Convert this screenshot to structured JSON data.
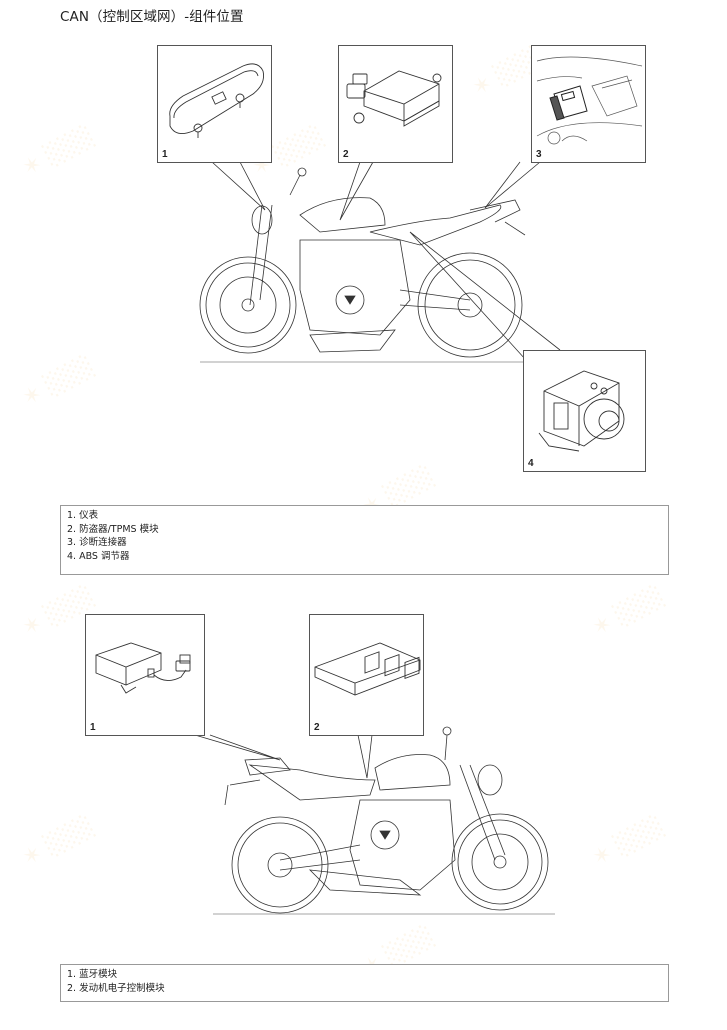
{
  "page": {
    "title": "CAN（控制区域网）-组件位置"
  },
  "figure1": {
    "callouts": [
      {
        "number": "1",
        "component": "instrument-cluster"
      },
      {
        "number": "2",
        "component": "immobiliser-tpms-module"
      },
      {
        "number": "3",
        "component": "diagnostic-connector"
      },
      {
        "number": "4",
        "component": "abs-modulator"
      }
    ],
    "legend": [
      "1. 仪表",
      "2. 防盗器/TPMS 模块",
      "3. 诊断连接器",
      "4. ABS 调节器"
    ]
  },
  "figure2": {
    "callouts": [
      {
        "number": "1",
        "component": "bluetooth-module"
      },
      {
        "number": "2",
        "component": "engine-control-module"
      }
    ],
    "legend": [
      "1. 蓝牙模块",
      "2. 发动机电子控制模块"
    ]
  },
  "colors": {
    "line": "#333333",
    "box_border": "#555555",
    "legend_border": "#999999",
    "watermark": "#f0b450"
  }
}
